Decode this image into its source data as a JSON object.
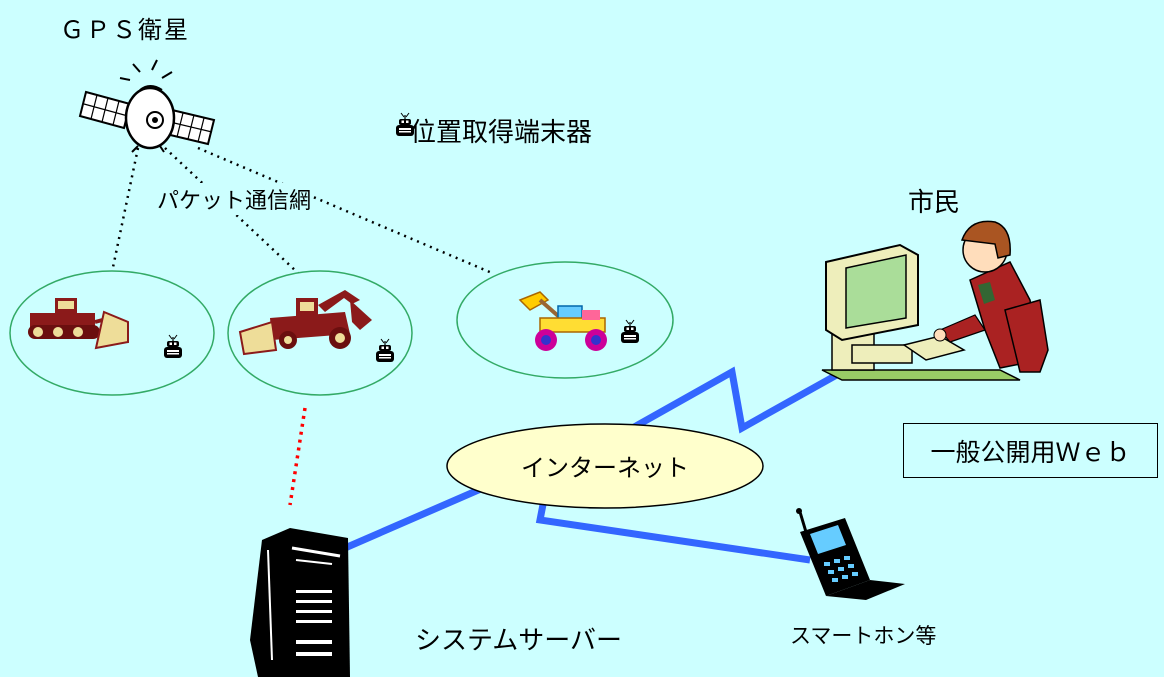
{
  "diagram": {
    "gps_label": "ＧＰＳ衛星",
    "device_legend": "位置取得端末器",
    "packet_network_label": "パケット通信網",
    "citizen_label": "市民",
    "web_label": "一般公開用Ｗｅｂ",
    "internet_label": "インターネット",
    "server_label": "システムサーバー",
    "smartphone_label": "スマートホン等"
  },
  "colors": {
    "background": "#ccffff",
    "ellipse_fill": "#ccffff",
    "ellipse_stroke": "#33aa66",
    "internet_fill": "#ffffcc",
    "network_line": "#3366ff",
    "server_link_dots": "#ff0000",
    "machine_body": "#8b1a1a",
    "machine_blade": "#eedd99"
  },
  "icons": [
    "satellite-icon",
    "gps-device-icon",
    "bulldozer-icon",
    "excavator-icon",
    "wheel-loader-icon",
    "computer-user-icon",
    "server-icon",
    "smartphone-icon"
  ]
}
